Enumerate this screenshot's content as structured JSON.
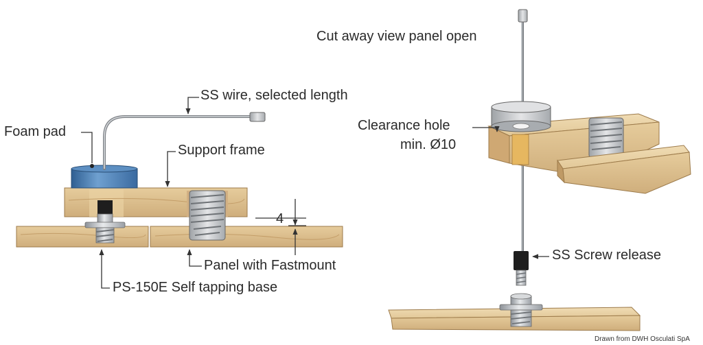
{
  "labels": {
    "ss_wire": "SS wire, selected length",
    "foam_pad": "Foam pad",
    "support_frame": "Support frame",
    "dimension": "4",
    "panel_fastmount": "Panel with Fastmount",
    "base": "PS-150E Self tapping base",
    "cutaway": "Cut away view panel open",
    "clearance_line1": "Clearance hole",
    "clearance_line2": "min. Ø10",
    "screw_release": "SS Screw release"
  },
  "credit": "Drawn from DWH Osculati SpA",
  "colors": {
    "wood_top": "#e9d2a6",
    "wood_face": "#d9b98a",
    "wood_dark": "#b08a5a",
    "pad_blue": "#4a82b8",
    "steel": "#b9bdc2",
    "leader": "#333333"
  }
}
